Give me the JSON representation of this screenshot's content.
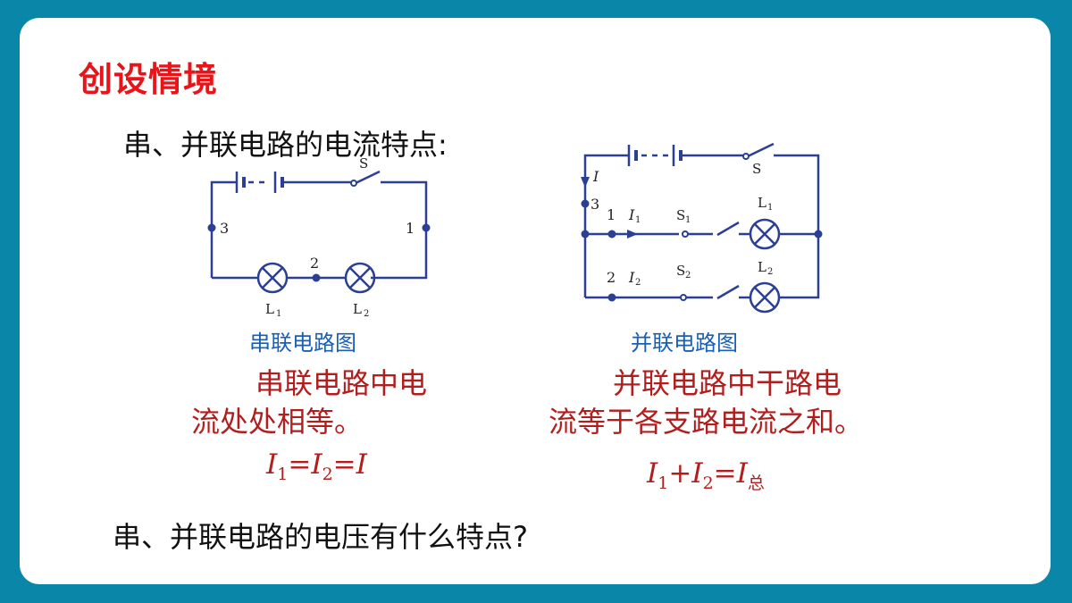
{
  "slide": {
    "title": "创设情境",
    "heading": "串、并联电路的电流特点:",
    "question": "串、并联电路的电压有什么特点?"
  },
  "series_section": {
    "caption": "串联电路图",
    "line1": "串联电路中电",
    "line2": "流处处相等。",
    "formula": {
      "a": "I",
      "a_sub": "1",
      "eq1": "=",
      "b": "I",
      "b_sub": "2",
      "eq2": "=",
      "c": "I"
    },
    "diagram": {
      "switch": "S",
      "node_1": "1",
      "node_2": "2",
      "node_3": "3",
      "lamp1": "L",
      "lamp1_sub": "1",
      "lamp2": "L",
      "lamp2_sub": "2"
    }
  },
  "parallel_section": {
    "caption": "并联电路图",
    "line1": "并联电路中干路电",
    "line2": "流等于各支路电流之和。",
    "formula": {
      "a": "I",
      "a_sub": "1",
      "plus": "+",
      "b": "I",
      "b_sub": "2",
      "eq": "=",
      "c": "I",
      "c_sub": "总"
    },
    "diagram": {
      "switch": "S",
      "current": "I",
      "node_3": "3",
      "node_1": "1",
      "branch1_current": "I",
      "branch1_sub": "1",
      "switch1": "S",
      "switch1_sub": "1",
      "lamp1": "L",
      "lamp1_sub": "1",
      "node_2": "2",
      "branch2_current": "I",
      "branch2_sub": "2",
      "switch2": "S",
      "switch2_sub": "2",
      "lamp2": "L",
      "lamp2_sub": "2"
    }
  },
  "colors": {
    "background": "#0a86a8",
    "title": "#e8141a",
    "caption": "#1a5fb4",
    "emphasis": "#b01e1e",
    "wire": "#2b3f95"
  }
}
